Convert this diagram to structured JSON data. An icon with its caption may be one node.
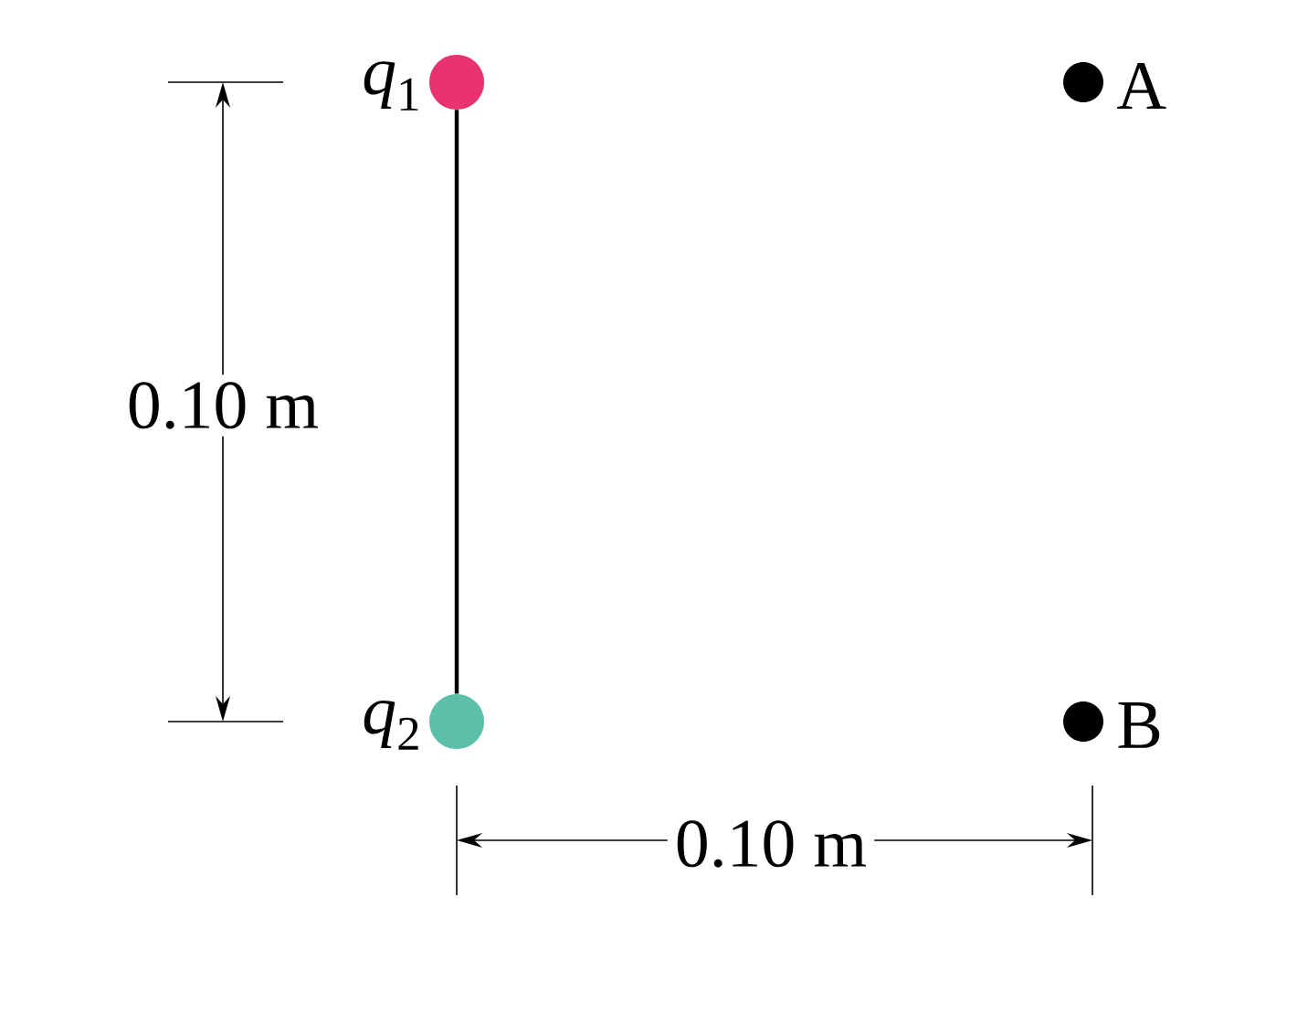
{
  "diagram": {
    "nodes": [
      {
        "text": [],
        "shape": "circle",
        "beside": [
          "*q*$_{1}$"
        ]
      },
      {
        "text": [],
        "shape": "circle",
        "beside": [
          "*q*$_{2}$"
        ]
      },
      {
        "text": [],
        "shape": "circle",
        "beside": [
          "A"
        ]
      },
      {
        "text": [],
        "shape": "circle",
        "beside": [
          "B"
        ]
      }
    ],
    "edges": [
      {
        "from": 0,
        "to": 1,
        "arrow": "none"
      }
    ],
    "labels": [
      "0.10 m",
      "0.10 m"
    ]
  }
}
